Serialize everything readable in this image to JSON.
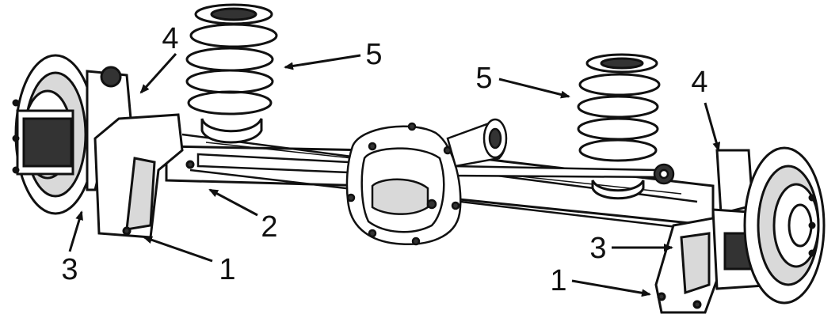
{
  "diagram": {
    "callouts": [
      {
        "id": "c4-left",
        "text": "4"
      },
      {
        "id": "c5-left",
        "text": "5"
      },
      {
        "id": "c5-right",
        "text": "5"
      },
      {
        "id": "c4-right",
        "text": "4"
      },
      {
        "id": "c2",
        "text": "2"
      },
      {
        "id": "c3-left",
        "text": "3"
      },
      {
        "id": "c1-left",
        "text": "1"
      },
      {
        "id": "c3-right",
        "text": "3"
      },
      {
        "id": "c1-right",
        "text": "1"
      }
    ],
    "colors": {
      "line": "#111111",
      "fill": "#ffffff",
      "shade": "#d9d9d9",
      "dark": "#333333"
    }
  }
}
